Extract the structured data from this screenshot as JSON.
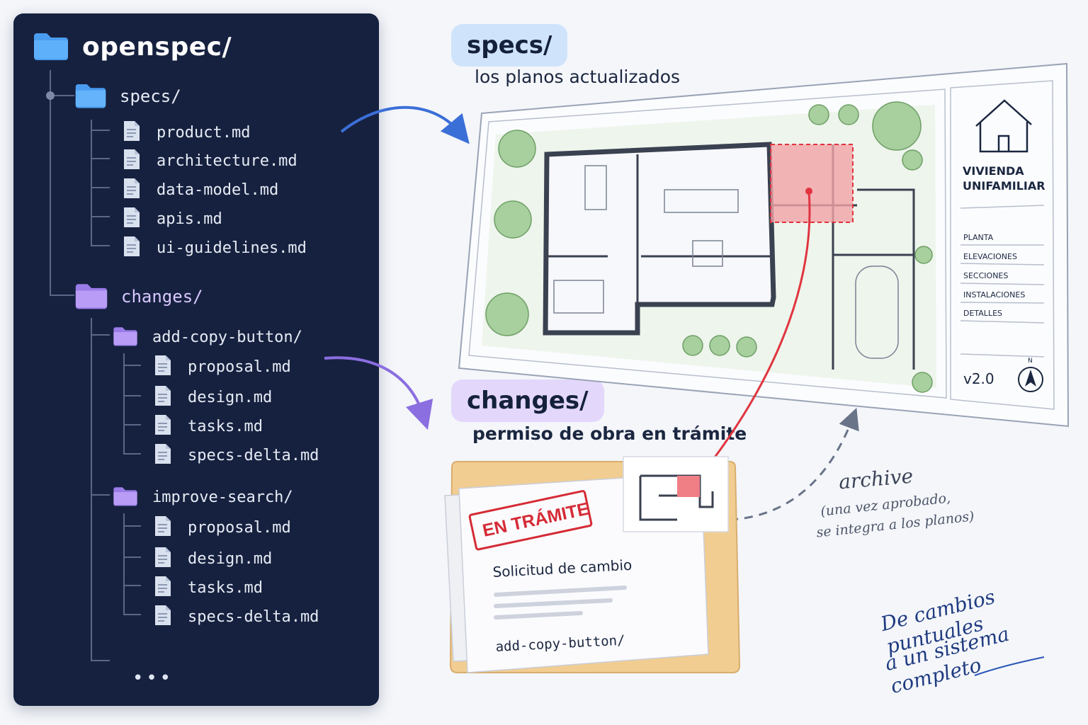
{
  "tree": {
    "root": "openspec/",
    "specs": {
      "label": "specs/",
      "files": [
        "product.md",
        "architecture.md",
        "data-model.md",
        "apis.md",
        "ui-guidelines.md"
      ]
    },
    "changes": {
      "label": "changes/",
      "items": [
        {
          "label": "add-copy-button/",
          "files": [
            "proposal.md",
            "design.md",
            "tasks.md",
            "specs-delta.md"
          ]
        },
        {
          "label": "improve-search/",
          "files": [
            "proposal.md",
            "design.md",
            "tasks.md",
            "specs-delta.md"
          ]
        }
      ],
      "more": "•••"
    }
  },
  "specs_callout": {
    "title": "specs/",
    "subtitle": "los planos actualizados"
  },
  "changes_callout": {
    "title": "changes/",
    "subtitle": "permiso de obra en trámite"
  },
  "blueprint": {
    "title_line1": "VIVIENDA",
    "title_line2": "UNIFAMILIAR",
    "sections": [
      "PLANTA",
      "ELEVACIONES",
      "SECCIONES",
      "INSTALACIONES",
      "DETALLES"
    ],
    "version": "v2.0",
    "north": "N"
  },
  "request_card": {
    "stamp": "EN TRÁMITE",
    "title": "Solicitud de cambio",
    "folder": "add-copy-button/"
  },
  "archive_note": {
    "title": "archive",
    "line1": "(una vez aprobado,",
    "line2": "se integra a los planos)"
  },
  "tagline": {
    "line1": "De cambios puntuales",
    "line2": "a un sistema completo"
  },
  "colors": {
    "panel": "#16213f",
    "specs_folder": "#4a9cf0",
    "changes_folder": "#a98cf0",
    "highlight": "#e0343f"
  }
}
